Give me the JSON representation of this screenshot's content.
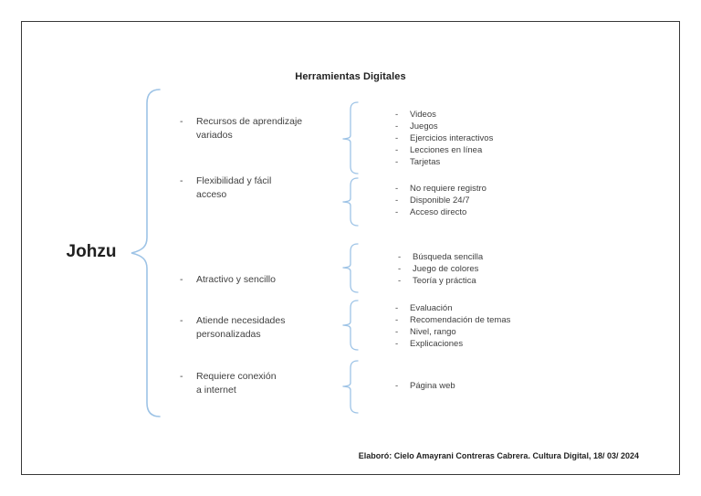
{
  "diagram": {
    "title": "Herramientas Digitales",
    "root": "Johzu",
    "branches": [
      {
        "label": "Recursos de aprendizaje variados",
        "lines": [
          "Recursos de aprendizaje",
          "variados"
        ],
        "children": [
          "Videos",
          "Juegos",
          "Ejercicios interactivos",
          "Lecciones en línea",
          "Tarjetas"
        ]
      },
      {
        "label": "Flexibilidad y fácil acceso",
        "lines": [
          "Flexibilidad y fácil",
          "acceso"
        ],
        "children": [
          "No requiere registro",
          "Disponible 24/7",
          "Acceso directo"
        ]
      },
      {
        "label": "Atractivo y sencillo",
        "lines": [
          "Atractivo y sencillo"
        ],
        "children": [
          "Búsqueda sencilla",
          "Juego de colores",
          "Teoría y práctica"
        ]
      },
      {
        "label": "Atiende necesidades personalizadas",
        "lines": [
          "Atiende necesidades",
          "personalizadas"
        ],
        "children": [
          "Evaluación",
          "Recomendación de temas",
          "Nivel, rango",
          "Explicaciones"
        ]
      },
      {
        "label": "Requiere conexión a internet",
        "lines": [
          "Requiere conexión",
          "a internet"
        ],
        "children": [
          "Página web"
        ]
      }
    ],
    "footer": "Elaboró: Cielo Amayrani Contreras Cabrera. Cultura Digital, 18/ 03/ 2024"
  },
  "glyphs": {
    "bullet": "-"
  },
  "colors": {
    "brace": "#9dc3e6",
    "border": "#383838",
    "text": "#3f3f3f",
    "heading": "#1f1f1f"
  }
}
